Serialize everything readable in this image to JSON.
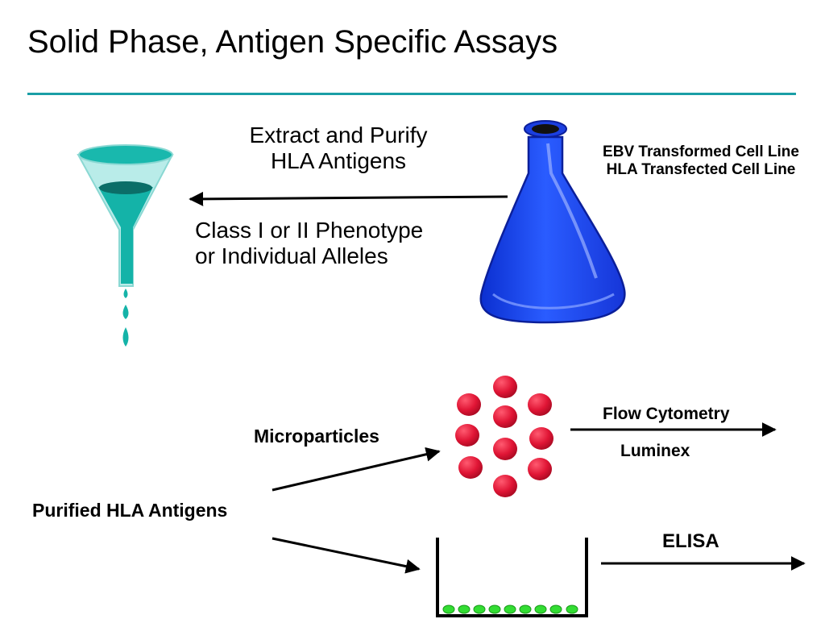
{
  "slide": {
    "title": "Solid Phase, Antigen Specific Assays"
  },
  "top": {
    "extract_line1": "Extract and Purify",
    "extract_line2": "HLA Antigens",
    "phenotype_line1": "Class I or II Phenotype",
    "phenotype_line2": "or Individual Alleles",
    "cell_line1": "EBV Transformed Cell Line",
    "cell_line2": "HLA Transfected Cell Line"
  },
  "bottom": {
    "purified": "Purified HLA Antigens",
    "microparticles": "Microparticles",
    "flow": "Flow Cytometry",
    "luminex": "Luminex",
    "elisa": "ELISA"
  },
  "colors": {
    "rule": "#1a9ea6",
    "funnel": "#14b3a8",
    "flask": "#1f4ff0",
    "bead": "#e01535",
    "well_dot": "#33dd33"
  },
  "icons": [
    "funnel-icon",
    "flask-icon",
    "microparticle-bead-icon",
    "elisa-well-icon"
  ]
}
